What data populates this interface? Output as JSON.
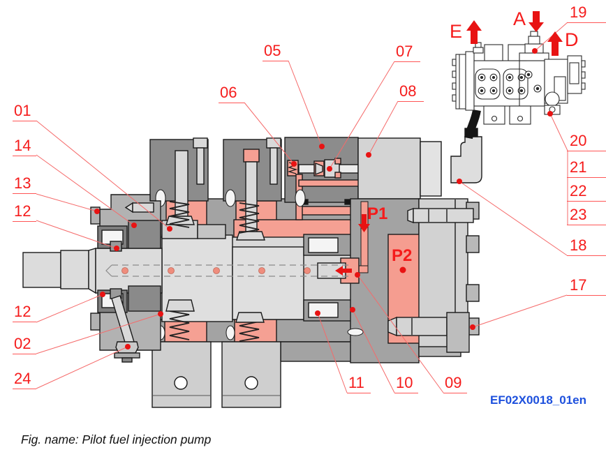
{
  "figure": {
    "caption": "Fig. name: Pilot fuel injection pump",
    "drawing_code": "EF02X0018_01en",
    "subject": "pilot-fuel-injection-pump-cross-section"
  },
  "colors": {
    "callout_red": "#f51b1b",
    "leader_red": "#f56a6a",
    "marker_red": "#e81313",
    "code_blue": "#1d50dd",
    "fuel_salmon": "#f5a093",
    "body_gray": "#a3a3a3",
    "dark_gray": "#8c8c8c",
    "light_gray": "#d9d9d9"
  },
  "callouts": {
    "c01": "01",
    "c02": "02",
    "c05": "05",
    "c06": "06",
    "c07": "07",
    "c08": "08",
    "c09": "09",
    "c10": "10",
    "c11": "11",
    "c12a": "12",
    "c12b": "12",
    "c13": "13",
    "c14": "14",
    "c17": "17",
    "c18": "18",
    "c19": "19",
    "c20": "20",
    "c21": "21",
    "c22": "22",
    "c23": "23",
    "c24": "24"
  },
  "ports": {
    "p1": "P1",
    "p2": "P2"
  },
  "flow": {
    "e": {
      "label": "E",
      "direction": "up"
    },
    "a": {
      "label": "A",
      "direction": "down"
    },
    "d": {
      "label": "D",
      "direction": "up"
    }
  }
}
